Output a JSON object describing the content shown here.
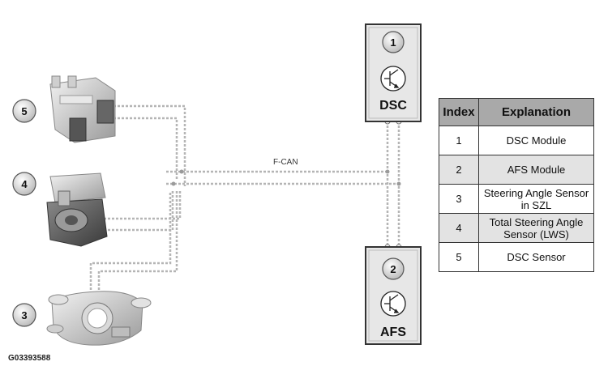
{
  "modules": [
    {
      "number": "1",
      "name": "DSC"
    },
    {
      "number": "2",
      "name": "AFS"
    }
  ],
  "components": [
    {
      "number": "5"
    },
    {
      "number": "4"
    },
    {
      "number": "3"
    }
  ],
  "bus_label": "F-CAN",
  "figure_id": "G03393588",
  "legend": {
    "headers": [
      "Index",
      "Explanation"
    ],
    "rows": [
      {
        "index": "1",
        "explanation": "DSC Module"
      },
      {
        "index": "2",
        "explanation": "AFS Module"
      },
      {
        "index": "3",
        "explanation": "Steering Angle Sensor in SZL"
      },
      {
        "index": "4",
        "explanation": "Total Steering Angle Sensor (LWS)"
      },
      {
        "index": "5",
        "explanation": "DSC Sensor"
      }
    ]
  }
}
